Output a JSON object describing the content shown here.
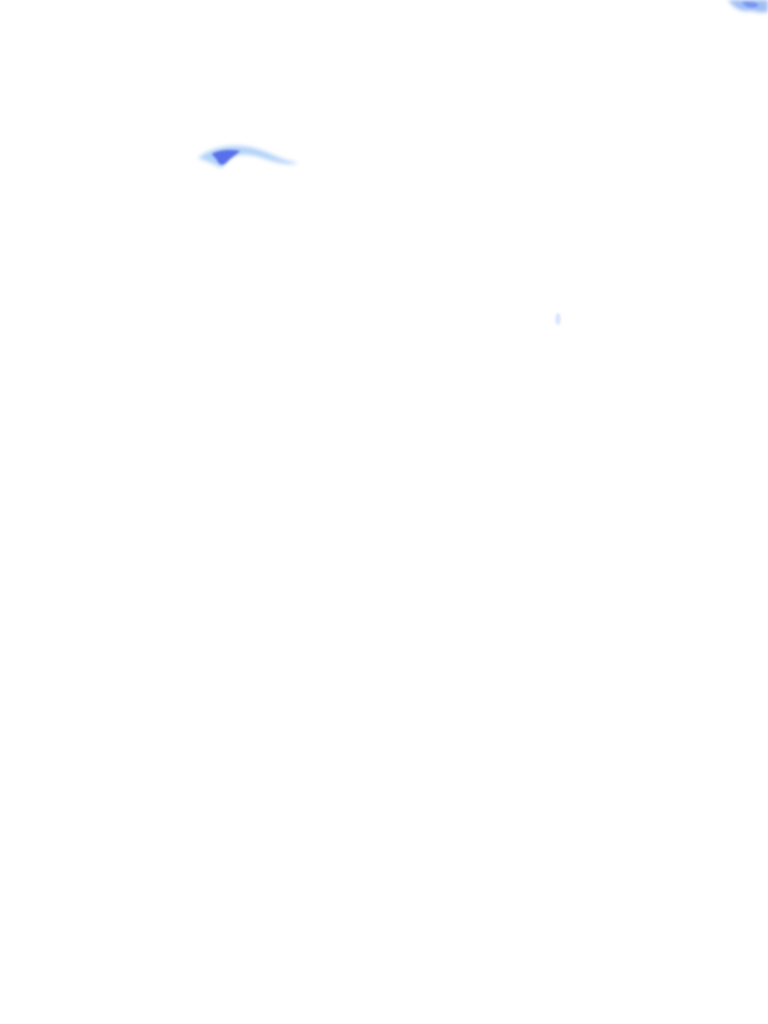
{
  "background_color": "#ffffff",
  "palette": {
    "light_blue": "#a9cdf7",
    "mid_blue": "#8fb4f3",
    "deep_blue": "#4a5ee8",
    "pale_blue": "#cfe3fb"
  },
  "marks": [
    {
      "name": "top-right-blue-smudge",
      "color_key": "mid_blue"
    },
    {
      "name": "left-blue-streak",
      "color_key": "light_blue"
    },
    {
      "name": "left-blue-streak-core",
      "color_key": "deep_blue"
    },
    {
      "name": "small-blue-droplet",
      "color_key": "pale_blue"
    }
  ]
}
